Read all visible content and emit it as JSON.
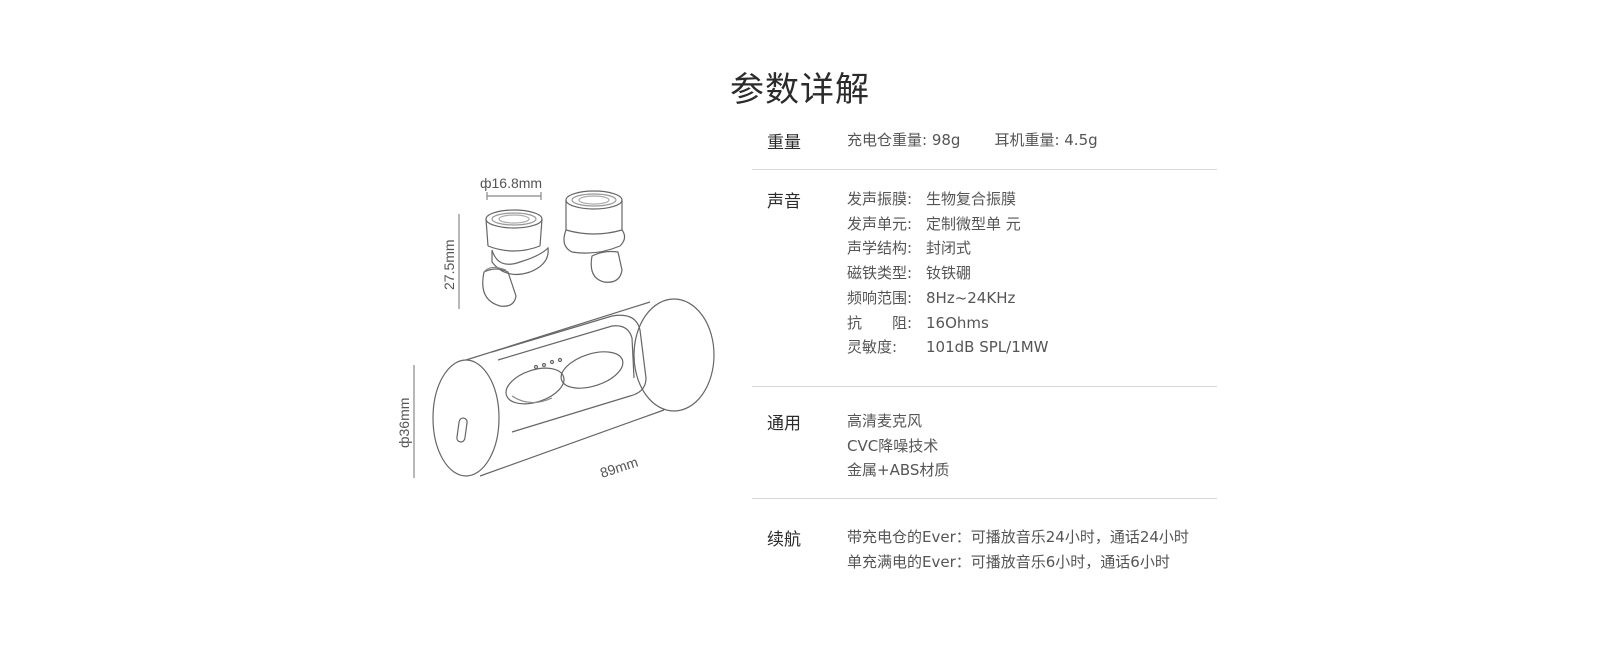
{
  "title": "参数详解",
  "dimensions": {
    "earbud_diameter": "ф16.8mm",
    "earbud_height": "27.5mm",
    "case_diameter": "ф36mm",
    "case_length": "89mm"
  },
  "sections": {
    "weight": {
      "label": "重量",
      "case_weight": "充电仓重量: 98g",
      "earbud_weight": "耳机重量: 4.5g"
    },
    "sound": {
      "label": "声音",
      "items": [
        {
          "key": "发声振膜:",
          "value": "生物复合振膜"
        },
        {
          "key": "发声单元:",
          "value": "定制微型单 元"
        },
        {
          "key": "声学结构:",
          "value": "封闭式"
        },
        {
          "key": "磁铁类型:",
          "value": "钕铁硼"
        },
        {
          "key": "频响范围:",
          "value": "8Hz~24KHz"
        },
        {
          "key": "抗　　阻:",
          "value": "16Ohms"
        },
        {
          "key": "灵敏度:",
          "value": "101dB SPL/1MW"
        }
      ]
    },
    "general": {
      "label": "通用",
      "items": [
        "高清麦克风",
        "CVC降噪技术",
        "金属+ABS材质"
      ]
    },
    "battery": {
      "label": "续航",
      "items": [
        "带充电仓的Ever：可播放音乐24小时，通话24小时",
        "单充满电的Ever：可播放音乐6小时，通话6小时"
      ]
    }
  }
}
